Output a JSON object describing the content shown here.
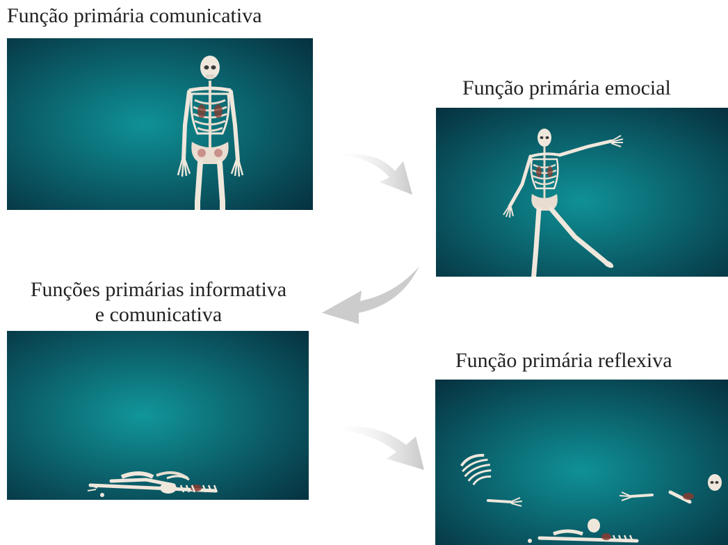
{
  "panels": [
    {
      "caption": "Função primária comunicativa"
    },
    {
      "caption": "Função primária emocial"
    },
    {
      "caption_line1": "Funções primárias informativa",
      "caption_line2": "e comunicativa"
    },
    {
      "caption": "Função primária reflexiva"
    }
  ],
  "icons": {
    "arrow": "curved-arrow-icon",
    "figure": "skeleton-icon"
  },
  "colors": {
    "background_center": "#0f8f93",
    "background_edge": "#06323f",
    "bone": "#efe7dc",
    "muscle": "#8a3b30",
    "arrow": "#cfcfcf"
  }
}
